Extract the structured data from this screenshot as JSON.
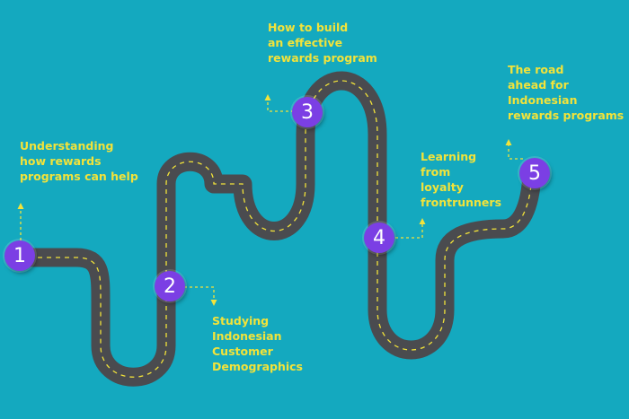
{
  "colors": {
    "background": "#14a9bf",
    "road": "#4a4b4f",
    "road_dash": "#f2e33a",
    "marker": "#7b3fe4",
    "marker_text": "#ffffff",
    "label_text": "#f2e33a",
    "connector": "#f2e33a"
  },
  "milestones": [
    {
      "number": "1",
      "label": "Understanding\nhow rewards\nprograms can help"
    },
    {
      "number": "2",
      "label": "Studying\nIndonesian\nCustomer\nDemographics"
    },
    {
      "number": "3",
      "label": "How to build\nan effective\nrewards program"
    },
    {
      "number": "4",
      "label": "Learning\nfrom\nloyalty\nfrontrunners"
    },
    {
      "number": "5",
      "label": "The road\nahead for\nIndonesian\nrewards programs"
    }
  ]
}
